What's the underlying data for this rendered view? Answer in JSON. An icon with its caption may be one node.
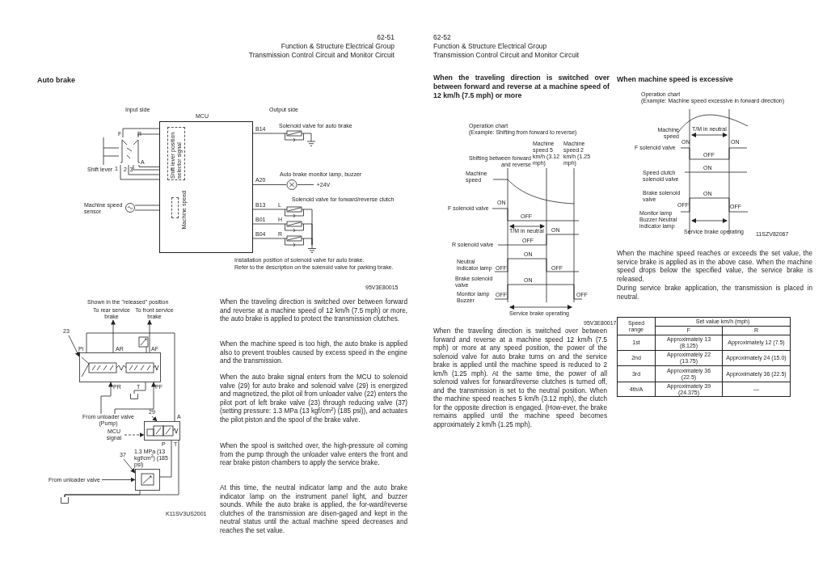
{
  "diagram": {
    "title": "Auto brake",
    "nodes": [
      {
        "text": [
          "MCU"
        ]
      },
      {
        "text": [
          "Shift lever position selector signal"
        ],
        "in": 0
      },
      {
        "text": [
          "Machine speed"
        ],
        "in": 0
      },
      {
        "text": [],
        "shape": "switch",
        "beside": [
          "Shift lever"
        ]
      },
      {
        "text": [],
        "shape": "circle",
        "beside": [
          "Machine speed sensor"
        ]
      },
      {
        "text": [],
        "shape": "coil",
        "beside": [
          "Solenoid valve for auto brake"
        ]
      },
      {
        "text": [],
        "shape": "circle",
        "beside": [
          "Auto brake monitor lamp, buzzer"
        ]
      },
      {
        "text": [],
        "shape": "coil",
        "beside": [
          "L"
        ]
      },
      {
        "text": [],
        "shape": "coil",
        "beside": [
          "H"
        ]
      },
      {
        "text": [],
        "shape": "coil",
        "beside": [
          "R"
        ]
      },
      {
        "text": [],
        "shape": "box"
      },
      {
        "text": [
          "23"
        ]
      },
      {
        "text": [
          "To rear service brake"
        ]
      },
      {
        "text": [
          "To front service brake"
        ]
      },
      {
        "text": [
          "From unloader valve (Pump)"
        ]
      },
      {
        "text": [],
        "shape": "box"
      },
      {
        "text": [
          "29"
        ]
      },
      {
        "text": [
          "MCU signal"
        ]
      },
      {
        "text": [],
        "shape": "box",
        "beside": [
          "1.3 MPa (13 kgf/cm$^{2}$) (185 psi)"
        ]
      },
      {
        "text": [
          "37"
        ]
      },
      {
        "text": [
          "From unloader valve"
        ]
      },
      {
        "text": [],
        "shape": "ground"
      },
      {
        "text": [
          "+24V"
        ]
      },
      {
        "text": [],
        "shape": "ground"
      },
      {
        "text": [],
        "shape": "tank"
      },
      {
        "text": [],
        "shape": "tank"
      }
    ],
    "edges": [
      {
        "from": 3,
        "to": 0,
        "arrow": "none"
      },
      {
        "from": 3,
        "to": 0,
        "arrow": "none"
      },
      {
        "from": 3,
        "to": 0,
        "arrow": "none"
      },
      {
        "from": 3,
        "to": 0,
        "arrow": "none"
      },
      {
        "from": 3,
        "to": 0,
        "arrow": "none"
      },
      {
        "from": 3,
        "to": 0,
        "arrow": "none"
      },
      {
        "from": 4,
        "to": 0,
        "arrow": "none"
      },
      {
        "from": 4,
        "to": 0,
        "arrow": "none"
      },
      {
        "from": 0,
        "to": 5,
        "arrow": "none"
      },
      {
        "from": 0,
        "to": 6,
        "arrow": "none"
      },
      {
        "from": 0,
        "to": 7,
        "arrow": "none"
      },
      {
        "from": 0,
        "to": 8,
        "arrow": "none"
      },
      {
        "from": 0,
        "to": 9,
        "arrow": "none"
      },
      {
        "from": 11,
        "to": 10,
        "arrow": "to"
      },
      {
        "from": 10,
        "to": 12,
        "arrow": "to"
      },
      {
        "from": 10,
        "to": 13,
        "arrow": "to"
      },
      {
        "from": 14,
        "to": 10,
        "arrow": "to"
      },
      {
        "from": 14,
        "to": 10,
        "arrow": "to"
      },
      {
        "from": 16,
        "to": 15,
        "arrow": "to"
      },
      {
        "from": 17,
        "to": 15,
        "arrow": "to",
        "style": "dashed"
      },
      {
        "from": 19,
        "to": 18,
        "arrow": "to"
      },
      {
        "from": 20,
        "to": 18,
        "arrow": "to"
      },
      {
        "from": 18,
        "to": 15,
        "arrow": "none"
      },
      {
        "from": 15,
        "to": 10,
        "arrow": "none"
      },
      {
        "from": 5,
        "to": 21,
        "arrow": "none"
      },
      {
        "from": 6,
        "to": 22,
        "arrow": "none"
      },
      {
        "from": 7,
        "to": 23,
        "arrow": "none"
      },
      {
        "from": 8,
        "to": 23,
        "arrow": "none"
      },
      {
        "from": 9,
        "to": 23,
        "arrow": "none"
      },
      {
        "from": 10,
        "to": 24,
        "arrow": "none"
      },
      {
        "from": 15,
        "to": 25,
        "arrow": "none"
      },
      {
        "from": 18,
        "to": 25,
        "arrow": "none"
      }
    ],
    "labels": [
      "62-51",
      "Function & Structure Electrical Group",
      "Transmission Control Circuit and Monitor Circuit",
      "62-52",
      "Function & Structure Electrical Group",
      "Transmission Control Circuit and Monitor Circuit",
      "When the traveling direction is switched over between forward and reverse at a machine speed of 12 km/h (7.5 mph) or more",
      "When machine speed is excessive",
      "Input side",
      "Output side",
      "F",
      "R",
      "1",
      "2",
      "3",
      "A",
      "B14",
      "A20",
      "Solenoid valve for forward/reverse clutch",
      "B13",
      "B01",
      "B04",
      "Installation position of solenoid valve for auto brake.",
      "Refer to the description on the solenoid valve for parking brake.",
      "95V3E80015",
      "Shown in the \"released\" position",
      "Pi",
      "AR",
      "AF",
      "PR",
      "T",
      "PF",
      "A",
      "P",
      "T",
      "K11SV3US2001",
      "When the traveling direction is switched over between forward and reverse at a machine speed of 12 km/h (7.5 mph) or more, the auto brake is applied to protect the transmission clutches.",
      "When the machine speed is too high, the auto brake is applied also to prevent troubles caused by excess speed in the engine and the transmission.",
      "When the auto brake signal enters from the MCU to solenoid valve (29) for auto brake and solenoid valve (29) is energized and magnetized, the pilot oil from unloader valve (22) enters the pilot port of left brake valve (23) through reducing valve (37) (setting pressure: 1.3 MPa (13 kgf/cm$^{2}$) (185 psi)), and actuates the pilot piston and the spool of the brake valve.",
      "When the spool is switched over, the high-pressure oil coming from the pump through the unloader valve enters the front and rear brake piston chambers to apply the service brake.",
      "At this time, the neutral indicator lamp and the auto brake indicator lamp on the instrument panel light, and buzzer sounds. While the auto brake is applied, the for-ward/reverse clutches of the transmission are disen-gaged and kept in the neutral status until the actual machine speed decreases and reaches the set value.",
      "Operation chart",
      "(Example: Shifting from forward to reverse)",
      "Machine speed 5 km/h (3.12 mph)",
      "Machine speed 2 km/h (1.25 mph)",
      "Shifting between forward and reverse",
      "Machine speed",
      "F solenoid valve",
      "ON",
      "OFF",
      "T/M in neutral",
      "ON",
      "R solenoid valve",
      "OFF",
      "ON",
      "Neutral indicator lamp",
      "OFF",
      "OFF",
      "Brake solenoid valve",
      "ON",
      "Monitor lamp Buzzer",
      "OFF",
      "OFF",
      "Service brake operating",
      "95V3E80017",
      "When the traveling direction is switched over between forward and reverse at a machine speed 12 km/h (7.5 mph) or more at any speed position, the power of the solenoid valve for auto brake turns on and the service brake is applied until the machine speed is reduced to 2 km/h (1.25 mph). At the same time, the power of all solenoid valves for forward/reverse clutches is turned off, and the transmission is set to the neutral position. When the machine speed reaches 5 km/h (3.12 mph), the clutch for the opposite direction is engaged. (How-ever, the brake remains applied until the machine speed becomes approximately 2 km/h (1.25 mph).",
      "Operation chart",
      "(Example: Machine speed excessive in forward direction)",
      "Machine speed",
      "T/M in neutral",
      "F solenoid valve",
      "ON",
      "ON",
      "OFF",
      "ON",
      "Speed clutch solenoid valve",
      "Brake solenoid valve",
      "ON",
      "OFF",
      "OFF",
      "Monitor lamp Buzzer Neutral indicator lamp",
      "Service brake operating",
      "11SZV82067",
      "When the machine speed reaches or exceeds the set value, the service brake is applied as in the above case. When the machine speed drops below the specified value, the service brake is released.",
      "During service brake application, the transmission is placed in neutral.",
      "Speed range",
      "Set value km/h (mph)",
      "F",
      "R",
      "1st",
      "Approximately 13 (8.125)",
      "Approximately 12 (7.5)",
      "2nd",
      "Approximately 22 (13.75)",
      "Approximately 24 (15.0)",
      "3rd",
      "Approximately 36 (22.5)",
      "Approximately 36 (22.5)",
      "4th/A",
      "Approximately 39 (24.375)",
      "—"
    ]
  }
}
